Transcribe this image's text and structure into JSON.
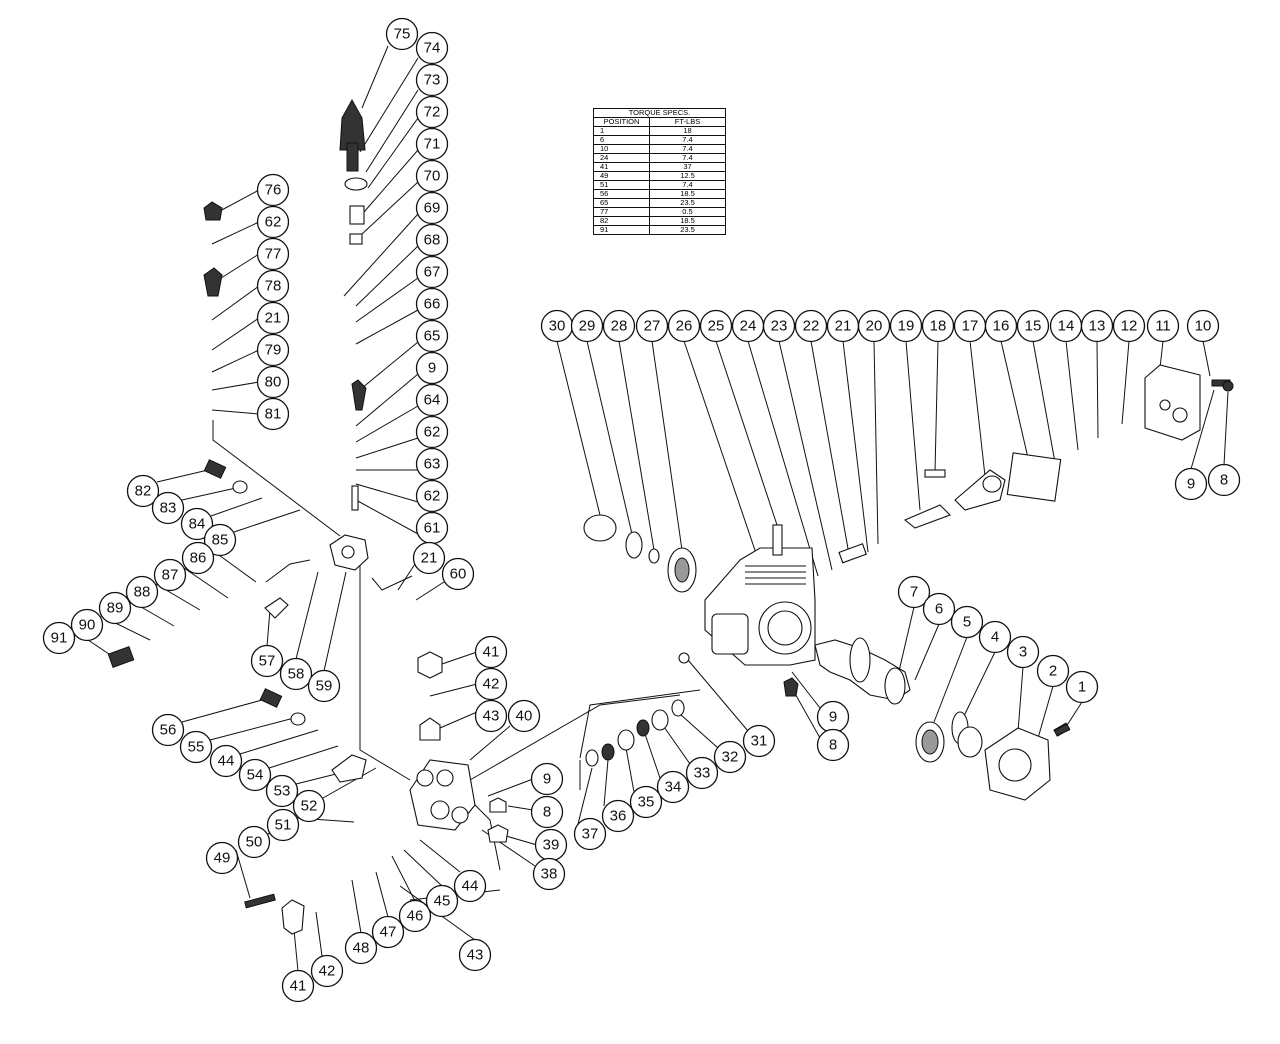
{
  "torque_table": {
    "title": "TORQUE SPECS.",
    "headers": [
      "POSITION",
      "FT-LBS"
    ],
    "rows": [
      [
        "1",
        "18"
      ],
      [
        "6",
        "7.4"
      ],
      [
        "10",
        "7.4"
      ],
      [
        "24",
        "7.4"
      ],
      [
        "41",
        "37"
      ],
      [
        "49",
        "12.5"
      ],
      [
        "51",
        "7.4"
      ],
      [
        "56",
        "18.5"
      ],
      [
        "65",
        "23.5"
      ],
      [
        "77",
        "0.5"
      ],
      [
        "82",
        "18.5"
      ],
      [
        "91",
        "23.5"
      ]
    ]
  },
  "callout_labels": [
    "75",
    "74",
    "73",
    "72",
    "71",
    "70",
    "69",
    "68",
    "67",
    "66",
    "65",
    "9",
    "64",
    "62",
    "63",
    "62",
    "61",
    "76",
    "62",
    "77",
    "78",
    "21",
    "79",
    "80",
    "81",
    "82",
    "83",
    "84",
    "85",
    "86",
    "87",
    "88",
    "89",
    "90",
    "91",
    "57",
    "58",
    "59",
    "21",
    "60",
    "41",
    "42",
    "43",
    "40",
    "56",
    "55",
    "44",
    "54",
    "53",
    "52",
    "51",
    "50",
    "49",
    "41",
    "42",
    "48",
    "47",
    "46",
    "45",
    "44",
    "43",
    "9",
    "8",
    "39",
    "38",
    "31",
    "32",
    "33",
    "34",
    "35",
    "36",
    "37",
    "30",
    "29",
    "28",
    "27",
    "26",
    "25",
    "24",
    "23",
    "22",
    "21",
    "20",
    "19",
    "18",
    "17",
    "16",
    "15",
    "14",
    "13",
    "12",
    "11",
    "10",
    "9",
    "8",
    "7",
    "6",
    "5",
    "4",
    "3",
    "2",
    "1",
    "9",
    "8"
  ]
}
